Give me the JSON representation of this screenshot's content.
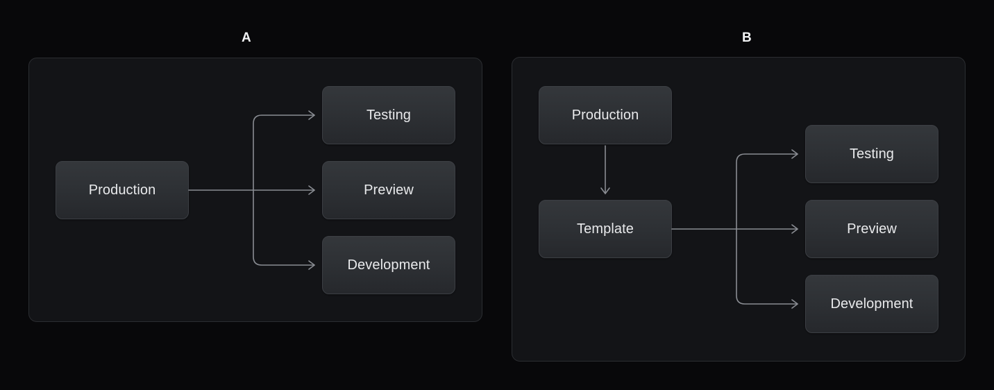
{
  "page": {
    "background_color": "#08080a",
    "node_text_color": "#e9eaec",
    "connector_color": "#8a8d93",
    "panel_background": "#131417",
    "panel_border_color": "#2b2d31"
  },
  "panels": [
    {
      "label": "A",
      "source": {
        "label": "Production"
      },
      "targets": [
        {
          "label": "Testing"
        },
        {
          "label": "Preview"
        },
        {
          "label": "Development"
        }
      ]
    },
    {
      "label": "B",
      "source": {
        "label": "Production"
      },
      "intermediate": {
        "label": "Template"
      },
      "targets": [
        {
          "label": "Testing"
        },
        {
          "label": "Preview"
        },
        {
          "label": "Development"
        }
      ]
    }
  ]
}
